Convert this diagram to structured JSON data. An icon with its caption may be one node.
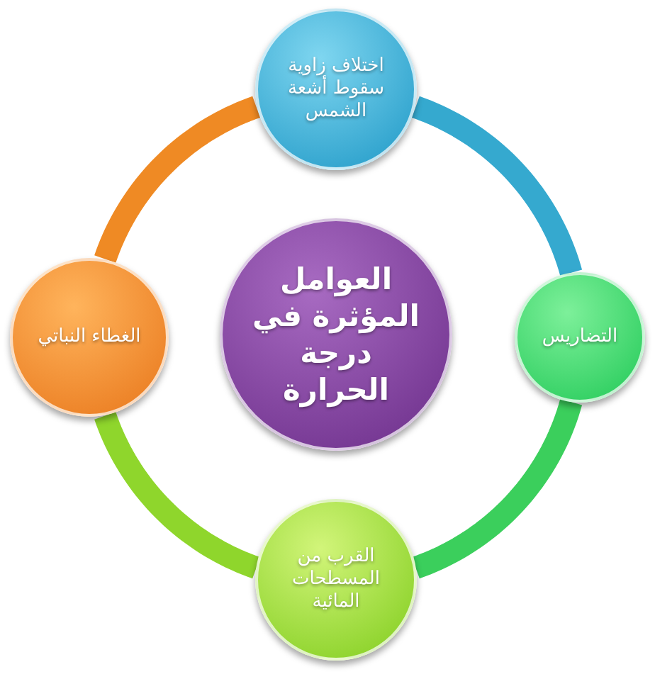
{
  "diagram": {
    "nodes": [
      {
        "text": [
          "اختلاف زاوية سقوط أشعة الشمس"
        ]
      },
      {
        "text": [
          "الغطاء النباتي"
        ]
      },
      {
        "text": [
          "العوامل المؤثرة في درجة الحرارة"
        ]
      },
      {
        "text": [
          "التضاريس"
        ]
      },
      {
        "text": [
          "القرب من المسطحات المائية"
        ]
      }
    ],
    "edges": [
      {
        "from": 0,
        "to": 3,
        "arrow": "none",
        "color": "#35a9cf"
      },
      {
        "from": 3,
        "to": 4,
        "arrow": "none",
        "color": "#3bcf5c"
      },
      {
        "from": 4,
        "to": 1,
        "arrow": "none",
        "color": "#8fd62c"
      },
      {
        "from": 1,
        "to": 0,
        "arrow": "none",
        "color": "#ef8a24"
      }
    ]
  }
}
